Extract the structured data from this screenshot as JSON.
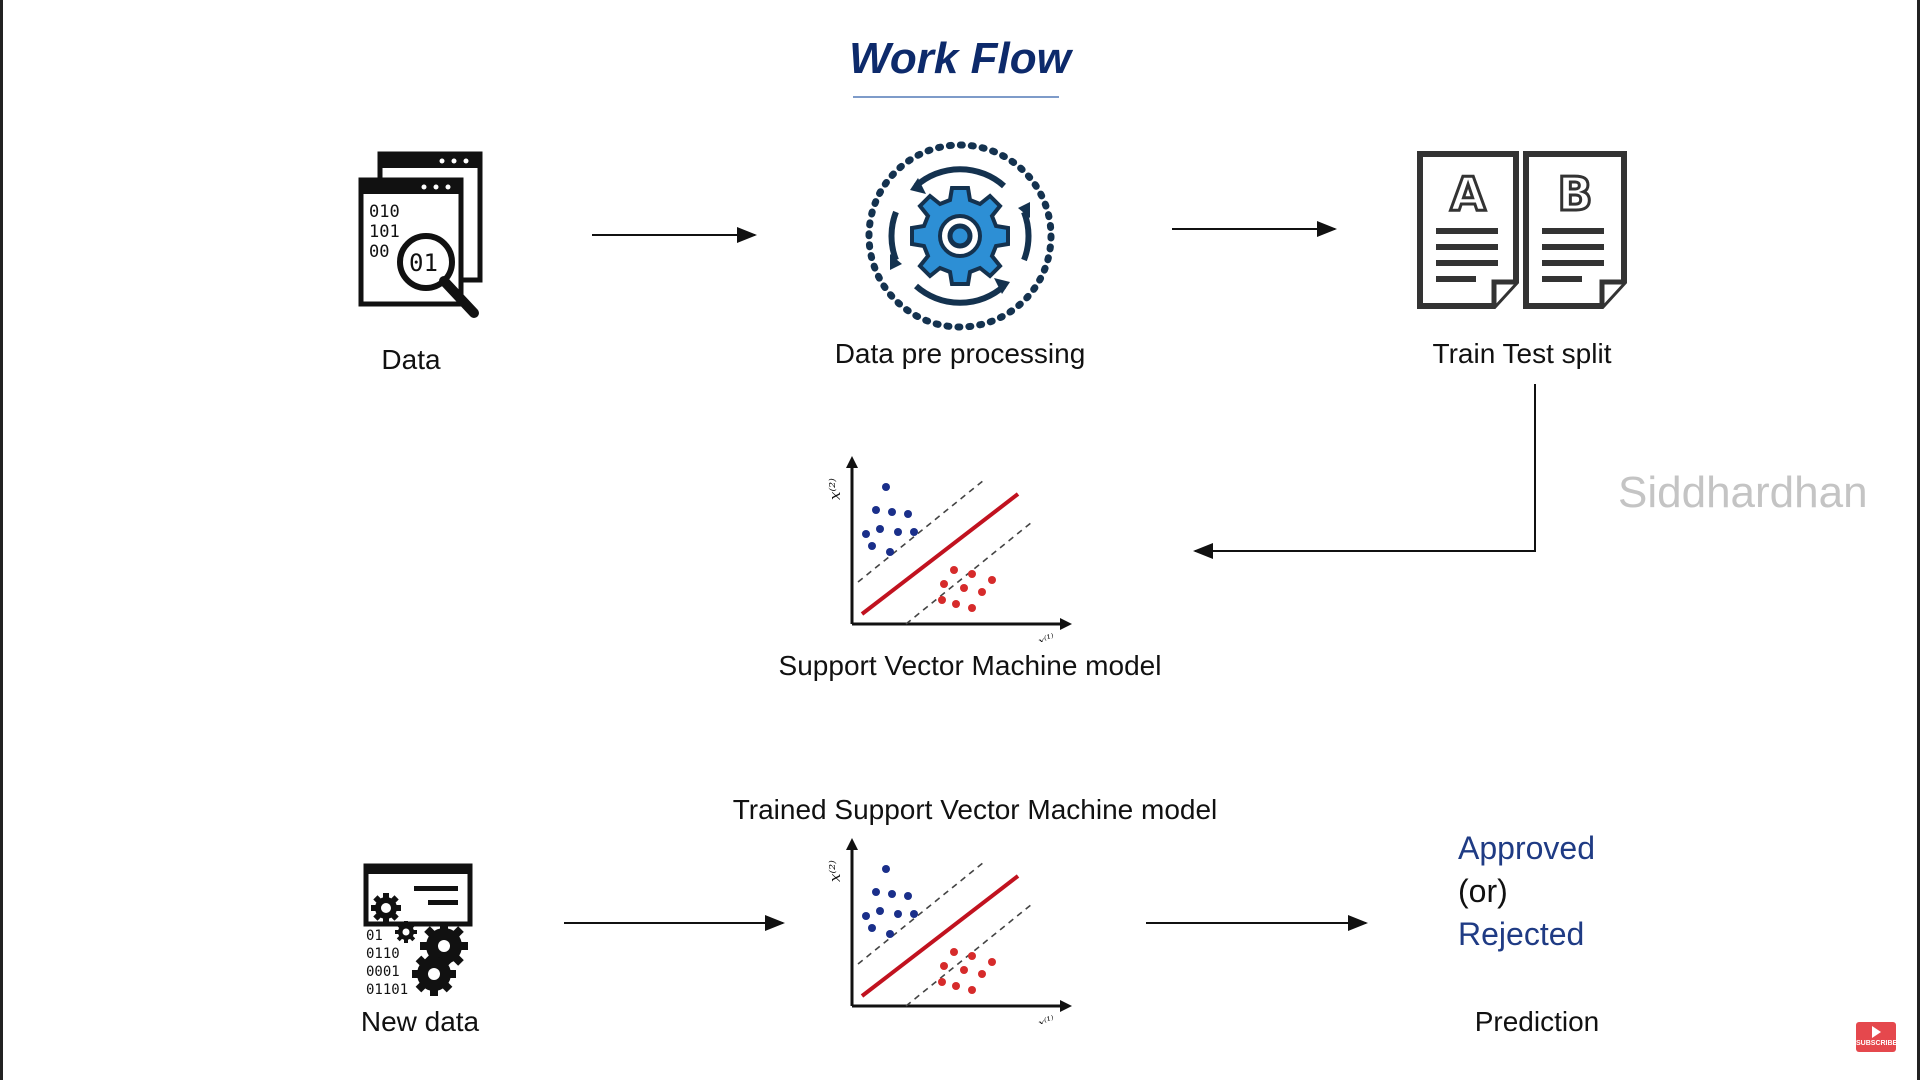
{
  "title": "Work Flow",
  "steps": {
    "data": "Data",
    "preprocessing": "Data pre processing",
    "split": "Train Test split",
    "model": "Support Vector Machine model",
    "trained_model": "Trained Support Vector Machine model",
    "new_data": "New data",
    "prediction": "Prediction"
  },
  "data_icon_text": {
    "line1": "010",
    "line2": "101",
    "line3": "00",
    "magnifier": "01"
  },
  "split_icon_letters": {
    "a": "A",
    "b": "B"
  },
  "new_data_icon_text": [
    "01",
    "0110",
    "0001",
    "01101"
  ],
  "svm_axes": {
    "y": "x⁽²⁾",
    "x": "x⁽¹⁾"
  },
  "outcome": {
    "approved": "Approved",
    "or": "(or)",
    "rejected": "Rejected"
  },
  "watermark": "Siddhardhan",
  "subscribe_badge": "SUBSCRIBE",
  "colors": {
    "title": "#0d2a6b",
    "outcome": "#1f3b84",
    "gear_blue": "#2d8fd5",
    "svm_blue": "#1a2f8a",
    "svm_red": "#d62b2b",
    "svm_line": "#c1121f",
    "watermark": "#c4c4c4"
  },
  "icons": [
    "data-file-search-icon",
    "gear-process-icon",
    "document-a-b-icon",
    "svm-scatter-icon",
    "data-gears-icon",
    "subscribe-icon"
  ]
}
